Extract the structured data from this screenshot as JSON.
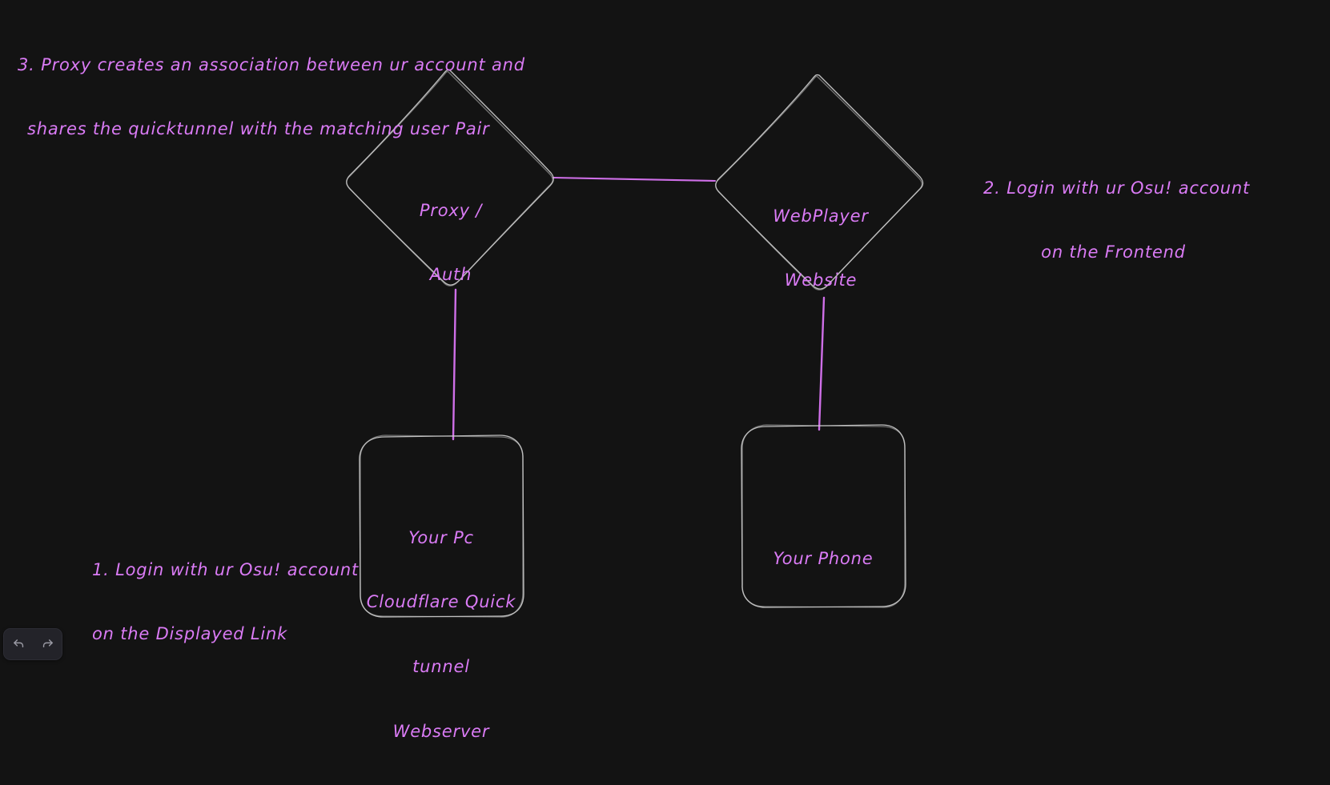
{
  "app": {
    "canvas_background": "#131313",
    "accent_color": "#da7bf5",
    "shape_stroke_color": "#cfcfcf"
  },
  "notes": [
    {
      "id": "note-3",
      "lines": [
        "3. Proxy creates an association between ur account and",
        "shares the quicktunnel with the matching user Pair"
      ],
      "align": "left"
    },
    {
      "id": "note-2",
      "lines": [
        "2. Login with ur Osu! account",
        "on the Frontend"
      ],
      "align": "center"
    },
    {
      "id": "note-1",
      "lines": [
        "1. Login with ur Osu! account",
        "on the Displayed Link"
      ],
      "align": "left"
    }
  ],
  "nodes": [
    {
      "id": "proxy-auth",
      "shape": "diamond",
      "lines": [
        "Proxy /",
        "Auth"
      ]
    },
    {
      "id": "webplayer",
      "shape": "diamond",
      "lines": [
        "WebPlayer",
        "Website"
      ]
    },
    {
      "id": "your-pc",
      "shape": "rectangle",
      "lines": [
        "Your Pc",
        "Cloudflare Quick",
        "tunnel",
        "Webserver"
      ]
    },
    {
      "id": "your-phone",
      "shape": "rectangle",
      "lines": [
        "Your Phone"
      ]
    }
  ],
  "connectors": [
    {
      "id": "proxy-to-webplayer",
      "from": "proxy-auth",
      "to": "webplayer",
      "color": "#cf6fe8"
    },
    {
      "id": "proxy-to-your-pc",
      "from": "proxy-auth",
      "to": "your-pc",
      "color": "#cf6fe8"
    },
    {
      "id": "webplayer-to-phone",
      "from": "webplayer",
      "to": "your-phone",
      "color": "#cf6fe8"
    }
  ],
  "toolbar": {
    "buttons": [
      {
        "id": "undo",
        "icon": "undo-icon",
        "label": "Undo"
      },
      {
        "id": "redo",
        "icon": "redo-icon",
        "label": "Redo"
      }
    ]
  }
}
